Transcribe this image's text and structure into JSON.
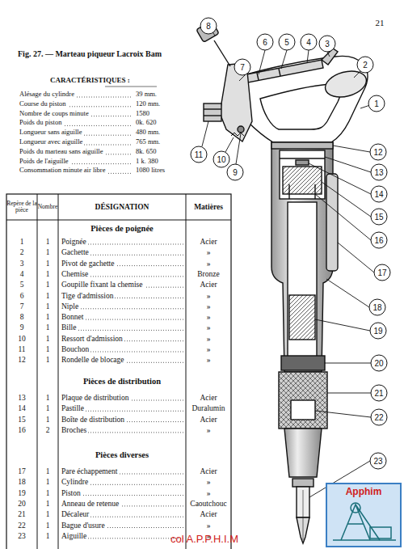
{
  "diagram": {
    "title": "Fig. 27. — Marteau piqueur Lacroix Bam",
    "nodes": [
      {
        "text": [
          "Apphim"
        ]
      }
    ],
    "labels": [
      "21",
      "CARACTÉRISTIQUES :",
      "Alésage du cylindre",
      "39 mm.",
      "Course du piston",
      "120 mm.",
      "Nombre de coups minute",
      "1580",
      "Poids du piston",
      "0k. 620",
      "Longueur sans aiguille",
      "480 mm.",
      "Longueur avec aiguille",
      "765 mm.",
      "Poids du marteau sans aiguille",
      "8k. 650",
      "Poids de l'aiguille",
      "1 k. 380",
      "Consommation minute air libre",
      "1080 litres",
      "Repère de la pièce",
      "Nombre",
      "DÉSIGNATION",
      "Matières",
      "Pièces de poignée",
      "1",
      "1",
      "Poignée",
      "Acier",
      "2",
      "1",
      "Gachette",
      "»",
      "3",
      "1",
      "Pivot de gachette",
      "»",
      "4",
      "1",
      "Chemise",
      "Bronze",
      "5",
      "1",
      "Goupille fixant la chemise",
      "Acier",
      "6",
      "1",
      "Tige d'admission",
      "»",
      "7",
      "1",
      "Niple",
      "»",
      "8",
      "1",
      "Bonnet",
      "»",
      "9",
      "1",
      "Bille",
      "»",
      "10",
      "1",
      "Ressort d'admission",
      "»",
      "11",
      "1",
      "Bouchon",
      "»",
      "12",
      "1",
      "Rondelle de blocage",
      "»",
      "Pièces de distribution",
      "13",
      "1",
      "Plaque de distribution",
      "Acier",
      "14",
      "1",
      "Pastille",
      "Duralumin",
      "15",
      "1",
      "Boîte de distribution",
      "Acier",
      "16",
      "2",
      "Broches",
      "»",
      "Pièces diverses",
      "17",
      "1",
      "Pare échappement",
      "Acier",
      "18",
      "1",
      "Cylindre",
      "»",
      "19",
      "1",
      "Piston",
      "»",
      "20",
      "1",
      "Anneau de retenue",
      "Caoutchouc",
      "21",
      "1",
      "Décaleur",
      "Acier",
      "22",
      "1",
      "Bague d'usure",
      "»",
      "23",
      "1",
      "Aiguille",
      "»",
      "1",
      "2",
      "3",
      "4",
      "5",
      "6",
      "7",
      "8",
      "9",
      "10",
      "11",
      "12",
      "13",
      "14",
      "15",
      "16",
      "17",
      "18",
      "19",
      "20",
      "21",
      "22",
      "23",
      "col A.P.P.H.I.M"
    ]
  }
}
